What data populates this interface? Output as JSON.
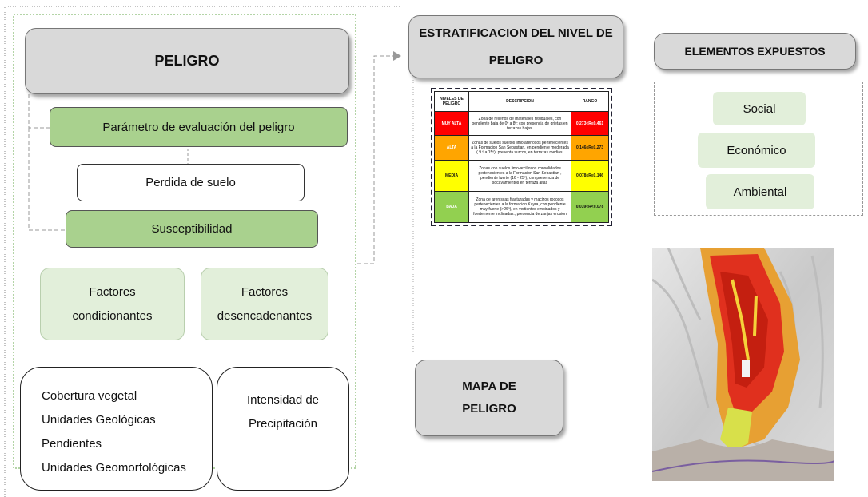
{
  "peligro_title": "PELIGRO",
  "parametro": "Parámetro de evaluación del peligro",
  "perdida": "Perdida de suelo",
  "susceptibilidad": "Susceptibilidad",
  "factores_cond": [
    "Factores",
    "condicionantes"
  ],
  "factores_desenc": [
    "Factores",
    "desencadenantes"
  ],
  "condicionantes_list": [
    "Cobertura vegetal",
    "Unidades Geológicas",
    "Pendientes",
    "Unidades Geomorfológicas"
  ],
  "desencadenantes_list": [
    "Intensidad de",
    "Precipitación"
  ],
  "estratificacion_title": [
    "ESTRATIFICACION DEL NIVEL DE",
    "PELIGRO"
  ],
  "table": {
    "headers": [
      "NIVELES DE PELIGRO",
      "DESCRIPCION",
      "RANGO"
    ],
    "rows": [
      {
        "level": "MUY ALTA",
        "color": "#ff0000",
        "desc": "Zona de rellenos de materiales residuales, con pendiente baja de 0º a 8º; con presencia de grietas en terrazas bajas.",
        "range": "0.273<R≤0.461"
      },
      {
        "level": "ALTA",
        "color": "#ffa500",
        "desc": "Zonas de suelos sueltos limo arenosos pertenecientes a la Formacion San Sebastian, en pendiente moderada ( 9 º a 15º), presenta surcos, en terrazas medias.",
        "range": "0.146≤R≤0.273"
      },
      {
        "level": "MEDIA",
        "color": "#ffff00",
        "desc": "Zonas con suelos limo-arcillosos consolidados pertenecientes a la Formacion San Sebastian , pendiente fuerte (16 - 25º), con presencia de socavamientos en terraza altas",
        "range": "0.078≤R≤0.146"
      },
      {
        "level": "BAJA",
        "color": "#92d050",
        "desc": "Zona de areniscas fracturadas y macizos rocosos pertenecientes a la formacion Kayra, con pendiente muy fuerte (>26º), en vertientes empinados y fuertemente inclinadas., presencia de zanjas erosion",
        "range": "0.039<R<0.078"
      }
    ]
  },
  "elementos_title": "ELEMENTOS EXPUESTOS",
  "elementos": [
    "Social",
    "Económico",
    "Ambiental"
  ],
  "mapa_title": [
    "MAPA DE",
    "PELIGRO"
  ]
}
